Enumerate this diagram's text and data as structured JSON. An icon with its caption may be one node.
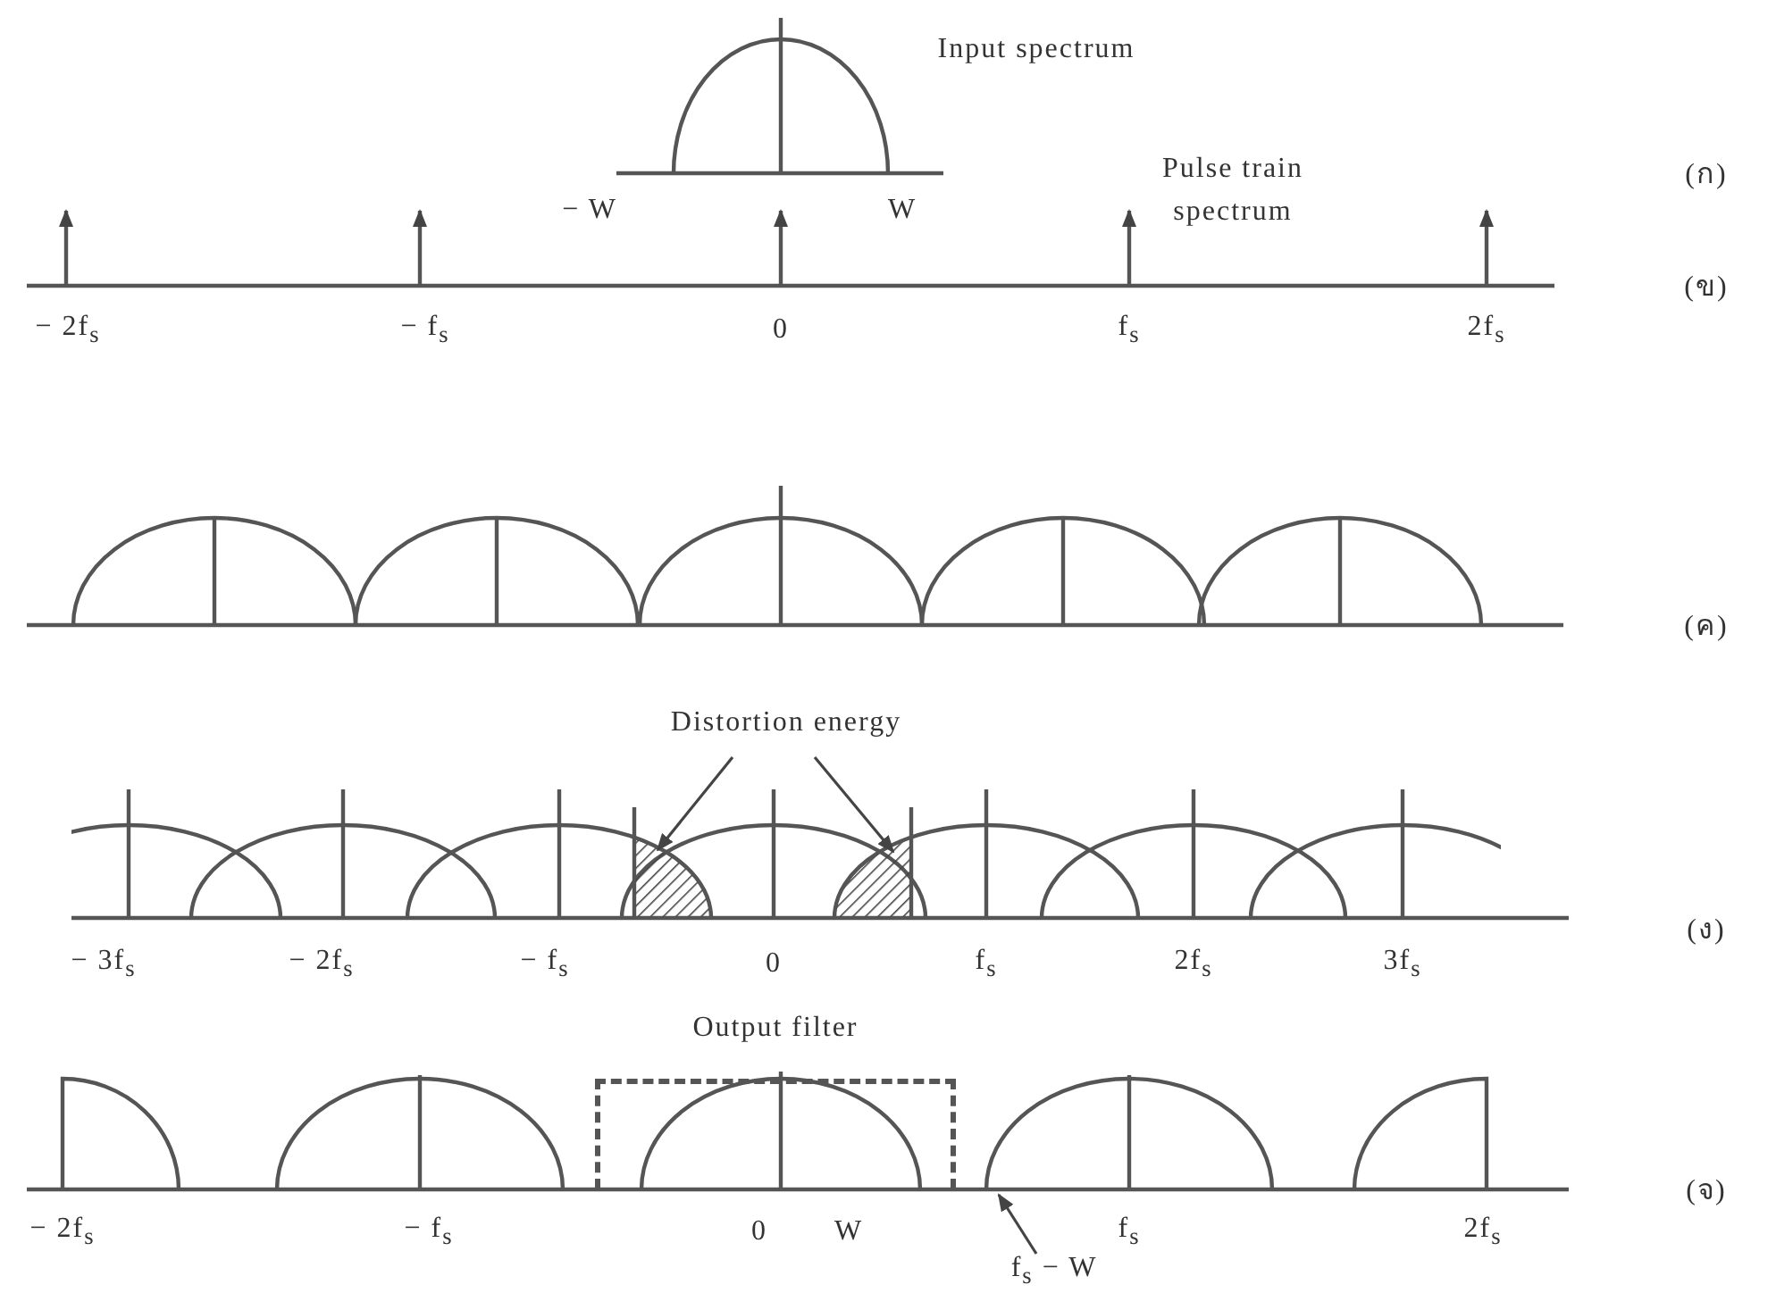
{
  "diagram": {
    "nodes": [
      {
        "text": [
          "Distortion energy"
        ]
      },
      {
        "text": [],
        "shape": "picture"
      },
      {
        "text": [],
        "shape": "picture"
      },
      {
        "text": [
          "Output filter"
        ]
      },
      {
        "text": [
          "f$_{s}$ − W"
        ]
      },
      {
        "text": [],
        "shape": "picture"
      }
    ],
    "edges": [
      {
        "from": 0,
        "to": 1,
        "arrow": "to"
      },
      {
        "from": 0,
        "to": 2,
        "arrow": "to"
      },
      {
        "from": 4,
        "to": 5,
        "arrow": "to"
      }
    ],
    "labels": [
      "Input spectrum",
      "(ก)",
      "− W",
      "W",
      "Pulse train spectrum",
      "(ข)",
      "− 2f$_{s}$",
      "− f$_{s}$",
      "0",
      "f$_{s}$",
      "2f$_{s}$",
      "(ค)",
      "(ง)",
      "− 3f$_{s}$",
      "− 2f$_{s}$",
      "− f$_{s}$",
      "0",
      "f$_{s}$",
      "2f$_{s}$",
      "3f$_{s}$",
      "(จ)",
      "− 2f$_{s}$",
      "− f$_{s}$",
      "0",
      "W",
      "f$_{s}$",
      "2f$_{s}$"
    ]
  }
}
